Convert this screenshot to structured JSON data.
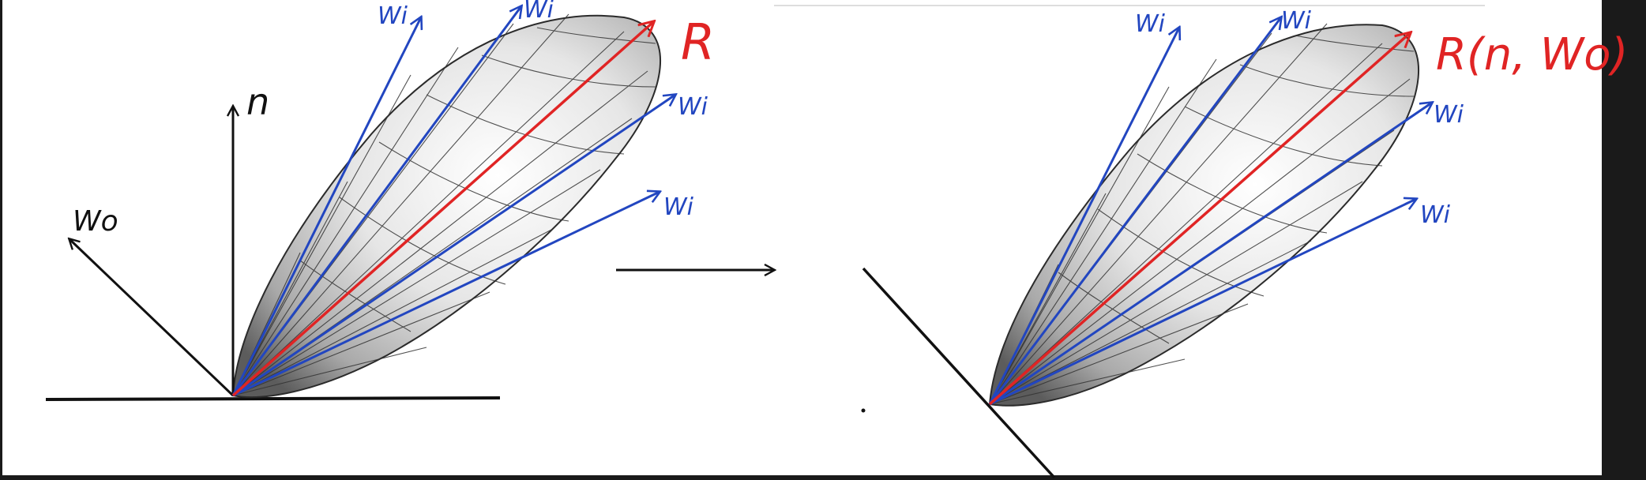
{
  "left_diagram": {
    "normal_label": "n",
    "outgoing_label": "Wo",
    "reflection_label": "R",
    "incoming_labels": [
      "Wi",
      "Wi",
      "Wi",
      "Wi"
    ]
  },
  "right_diagram": {
    "reflection_label": "R(n, Wo)",
    "incoming_labels": [
      "Wi",
      "Wi",
      "Wi",
      "Wi"
    ]
  },
  "colors": {
    "incoming": "#2246c0",
    "reflection": "#e02424",
    "ink": "#111111",
    "lobe_light": "#f4f4f4",
    "lobe_dark": "#8a8a8a"
  }
}
